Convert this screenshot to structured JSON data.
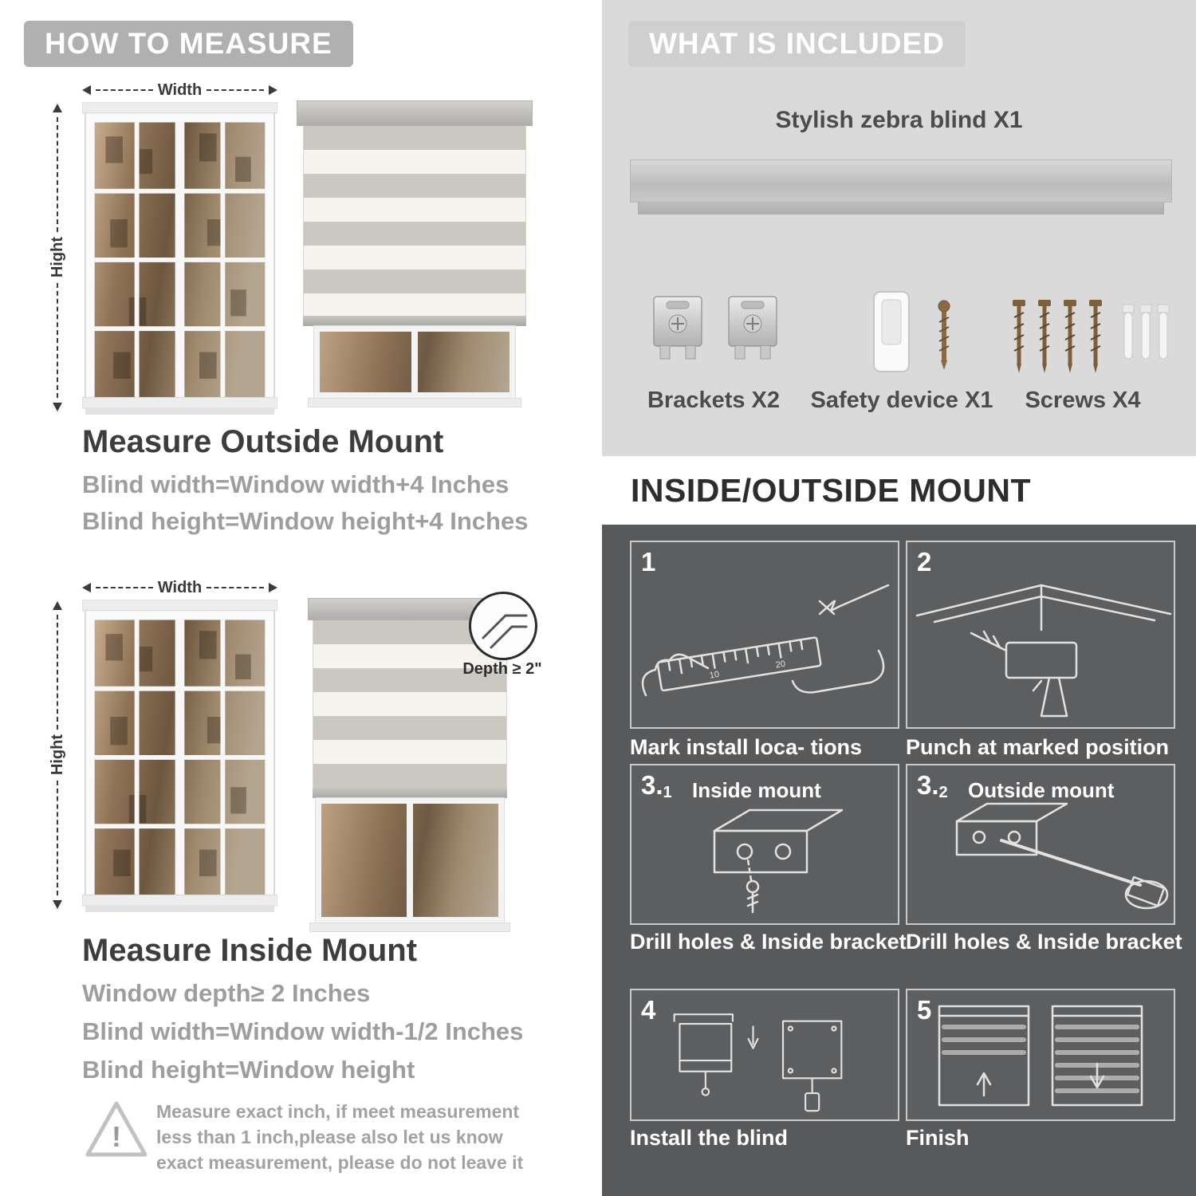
{
  "left": {
    "header": "HOW TO MEASURE",
    "outside": {
      "width_label": "Width",
      "height_label": "Hight",
      "title": "Measure Outside Mount",
      "rule1": "Blind width=Window width+4 Inches",
      "rule2": "Blind height=Window height+4 Inches"
    },
    "inside": {
      "width_label": "Width",
      "height_label": "Hight",
      "depth_callout": "Depth ≥ 2\"",
      "title": "Measure Inside Mount",
      "rule1": "Window depth≥ 2 Inches",
      "rule2": "Blind width=Window width-1/2 Inches",
      "rule3": "Blind height=Window height"
    },
    "note": "Measure exact inch, if meet measurement less than 1 inch,please also let us know exact measurement, please do not leave it"
  },
  "included": {
    "header": "WHAT IS INCLUDED",
    "blind_label": "Stylish zebra blind X1",
    "items": [
      {
        "label": "Brackets X2"
      },
      {
        "label": "Safety device X1"
      },
      {
        "label": "Screws X4"
      }
    ]
  },
  "mount": {
    "header": "INSIDE/OUTSIDE MOUNT",
    "steps": [
      {
        "num": "1",
        "sub": "",
        "label": "",
        "caption": "Mark install loca- tions"
      },
      {
        "num": "2",
        "sub": "",
        "label": "",
        "caption": "Punch at  marked position"
      },
      {
        "num": "3.",
        "sub": "1",
        "label": "Inside mount",
        "caption": "Drill holes &  Inside bracket"
      },
      {
        "num": "3.",
        "sub": "2",
        "label": "Outside mount",
        "caption": "Drill holes &  Inside bracket"
      },
      {
        "num": "4",
        "sub": "",
        "label": "",
        "caption": "Install the blind"
      },
      {
        "num": "5",
        "sub": "",
        "label": "",
        "caption": "Finish"
      }
    ]
  },
  "colors": {
    "light_gray_bg": "#dadada",
    "dark_gray_bg": "#58595b",
    "pill_gray": "#b0b0b0",
    "text_dark": "#3d3d3d",
    "text_gray": "#9e9e9e"
  }
}
